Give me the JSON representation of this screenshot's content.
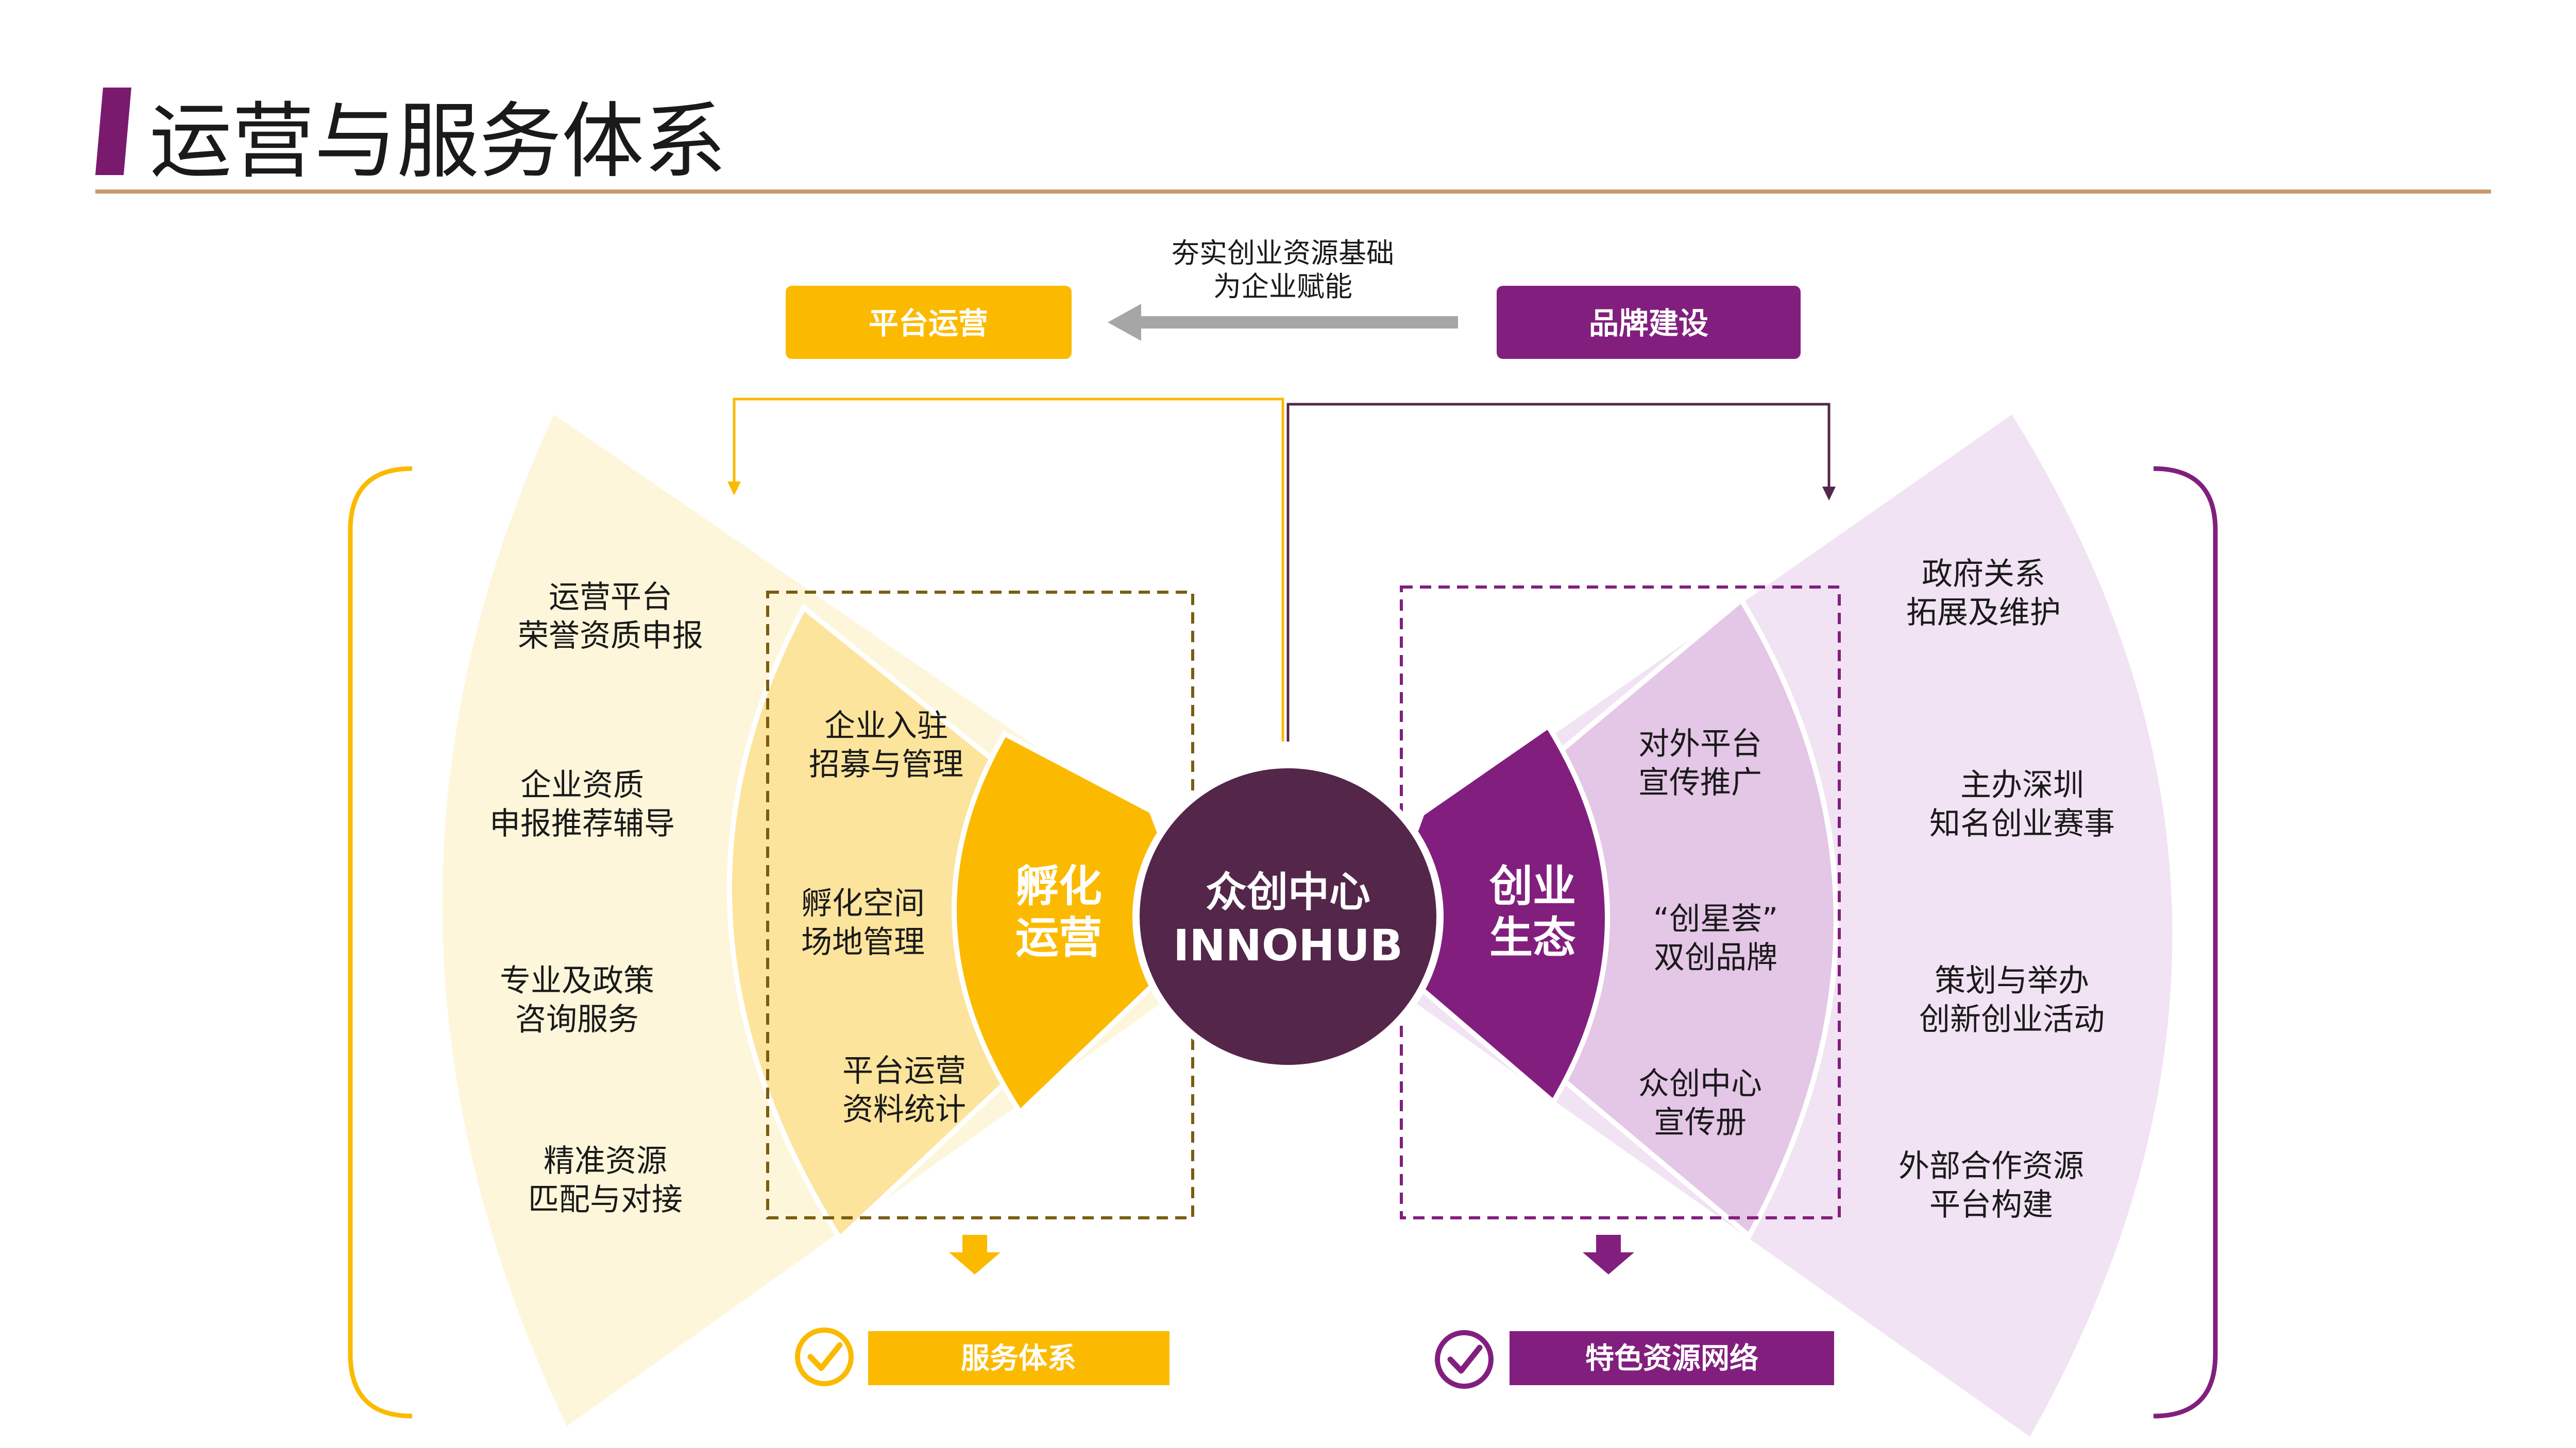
{
  "page": {
    "title": "运营与服务体系"
  },
  "colors": {
    "accent_purple": "#821F7E",
    "title_bar_purple": "#7A1A6E",
    "rule_brown": "#C99A6E",
    "gold": "#FBBA00",
    "gold_light": "#FCE49C",
    "gold_pale": "#FEF6DA",
    "purple_light": "#E4C6E6",
    "purple_pale": "#F1E3F3",
    "center_dark": "#53264A",
    "arrow_gray": "#A6A6A6",
    "olive_dash": "#7A5D12",
    "text_dark": "#1A1A1A"
  },
  "top": {
    "left_box": "平台运营",
    "right_box": "品牌建设",
    "arrow_caption_line1": "夯实创业资源基础",
    "arrow_caption_line2": "为企业赋能"
  },
  "center": {
    "line1": "众创中心",
    "line2": "INNOHUB"
  },
  "left_core": {
    "line1": "孵化",
    "line2": "运营"
  },
  "right_core": {
    "line1": "创业",
    "line2": "生态"
  },
  "left_inner_items": [
    {
      "line1": "企业入驻",
      "line2": "招募与管理"
    },
    {
      "line1": "孵化空间",
      "line2": "场地管理"
    },
    {
      "line1": "平台运营",
      "line2": "资料统计"
    }
  ],
  "left_outer_items": [
    {
      "line1": "运营平台",
      "line2": "荣誉资质申报"
    },
    {
      "line1": "企业资质",
      "line2": "申报推荐辅导"
    },
    {
      "line1": "专业及政策",
      "line2": "咨询服务"
    },
    {
      "line1": "精准资源",
      "line2": "匹配与对接"
    }
  ],
  "right_inner_items": [
    {
      "line1": "对外平台",
      "line2": "宣传推广"
    },
    {
      "line1": "“创星荟”",
      "line2": "双创品牌"
    },
    {
      "line1": "众创中心",
      "line2": "宣传册"
    }
  ],
  "right_outer_items": [
    {
      "line1": "政府关系",
      "line2": "拓展及维护"
    },
    {
      "line1": "主办深圳",
      "line2": "知名创业赛事"
    },
    {
      "line1": "策划与举办",
      "line2": "创新创业活动"
    },
    {
      "line1": "外部合作资源",
      "line2": "平台构建"
    }
  ],
  "bottom": {
    "left_label": "服务体系",
    "right_label": "特色资源网络"
  },
  "icons": {
    "left_check": "check-circle-icon",
    "right_check": "check-circle-icon",
    "left_down": "down-arrow-icon",
    "right_down": "down-arrow-icon",
    "gray_arrow": "left-arrow-icon"
  }
}
